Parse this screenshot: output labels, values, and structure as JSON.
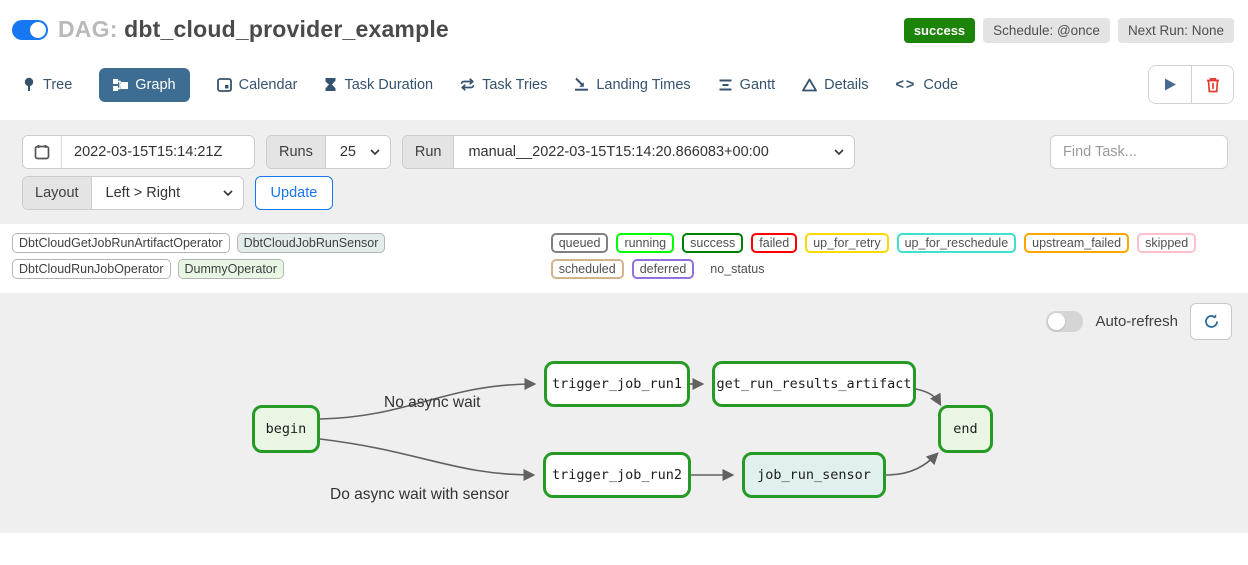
{
  "header": {
    "dag_prefix": "DAG:",
    "dag_title": "dbt_cloud_provider_example",
    "status_badge": "success",
    "schedule_badge": "Schedule: @once",
    "next_run_badge": "Next Run: None"
  },
  "tabs": [
    {
      "label": "Tree"
    },
    {
      "label": "Graph",
      "active": true
    },
    {
      "label": "Calendar"
    },
    {
      "label": "Task Duration"
    },
    {
      "label": "Task Tries"
    },
    {
      "label": "Landing Times"
    },
    {
      "label": "Gantt"
    },
    {
      "label": "Details"
    },
    {
      "label": "Code"
    }
  ],
  "icons": {
    "code_glyph": "<>"
  },
  "filters": {
    "date_value": "2022-03-15T15:14:21Z",
    "runs_label": "Runs",
    "runs_value": "25",
    "run_label": "Run",
    "run_value": "manual__2022-03-15T15:14:20.866083+00:00",
    "find_task_placeholder": "Find Task...",
    "layout_label": "Layout",
    "layout_value": "Left > Right",
    "update_label": "Update"
  },
  "legend": {
    "operators": [
      {
        "label": "DbtCloudGetJobRunArtifactOperator",
        "fill": "#ffffff"
      },
      {
        "label": "DbtCloudJobRunSensor",
        "fill": "#e2eceb"
      },
      {
        "label": "DbtCloudRunJobOperator",
        "fill": "#ffffff"
      },
      {
        "label": "DummyOperator",
        "fill": "#e8f7e4"
      }
    ],
    "statuses": [
      {
        "label": "queued",
        "color": "#808080"
      },
      {
        "label": "running",
        "color": "#00ff00"
      },
      {
        "label": "success",
        "color": "#008000"
      },
      {
        "label": "failed",
        "color": "#ff0000"
      },
      {
        "label": "up_for_retry",
        "color": "#ffd700"
      },
      {
        "label": "up_for_reschedule",
        "color": "#40e0d0"
      },
      {
        "label": "upstream_failed",
        "color": "#ffa500"
      },
      {
        "label": "skipped",
        "color": "#ffc0cb"
      },
      {
        "label": "scheduled",
        "color": "#d2b48c"
      },
      {
        "label": "deferred",
        "color": "#9370db"
      },
      {
        "label": "no_status",
        "color": "transparent"
      }
    ]
  },
  "graph_panel": {
    "auto_refresh_label": "Auto-refresh",
    "nodes": {
      "begin": {
        "label": "begin",
        "fill": "#e9f6e4",
        "border": "#259b25"
      },
      "trigger_job_run1": {
        "label": "trigger_job_run1",
        "fill": "#ffffff",
        "border": "#259b25"
      },
      "get_run_results_artifact": {
        "label": "get_run_results_artifact",
        "fill": "#ffffff",
        "border": "#259b25"
      },
      "trigger_job_run2": {
        "label": "trigger_job_run2",
        "fill": "#ffffff",
        "border": "#259b25"
      },
      "job_run_sensor": {
        "label": "job_run_sensor",
        "fill": "#e1efee",
        "border": "#259b25"
      },
      "end": {
        "label": "end",
        "fill": "#e9f6e4",
        "border": "#259b25"
      }
    },
    "edge_labels": {
      "top": "No async wait",
      "bottom": "Do async wait with sensor"
    }
  },
  "colors": {
    "accent_blue": "#1677f2",
    "active_tab_blue": "#3d6d92",
    "success_green": "#1b8409",
    "node_border_green": "#259b25",
    "panel_gray": "#efefef",
    "trash_red": "#e43d30"
  }
}
